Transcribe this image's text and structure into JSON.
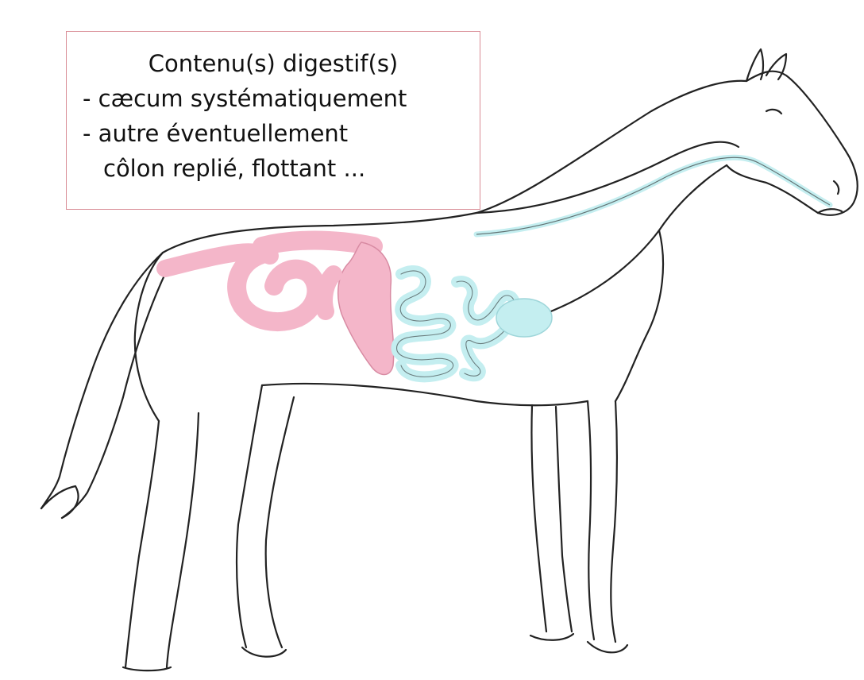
{
  "note": {
    "title": "Contenu(s) digestif(s)",
    "line1": "- cæcum systématiquement",
    "line2": "- autre éventuellement",
    "line3": "côlon replié, flottant ..."
  },
  "colors": {
    "large_intestine": "#f4b6c9",
    "small_intestine": "#c4eef0",
    "outline": "#222222",
    "box_border": "#d98c96"
  }
}
